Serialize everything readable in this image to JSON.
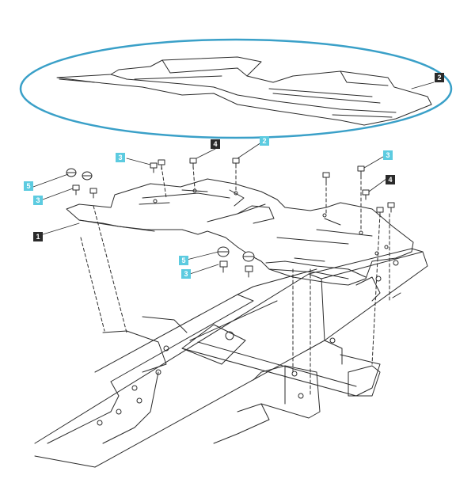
{
  "colors": {
    "callout_dark": "#2a2a2a",
    "callout_cyan": "#5ccbe0",
    "ellipse": "#3aa0c8",
    "line": "#2b2b2b"
  },
  "callouts": [
    {
      "id": "c2a",
      "label": "2",
      "style": "dark"
    },
    {
      "id": "c4a",
      "label": "4",
      "style": "dark"
    },
    {
      "id": "c2b",
      "label": "2",
      "style": "cyan"
    },
    {
      "id": "c3a",
      "label": "3",
      "style": "cyan"
    },
    {
      "id": "c3b",
      "label": "3",
      "style": "cyan"
    },
    {
      "id": "c5a",
      "label": "5",
      "style": "cyan"
    },
    {
      "id": "c3c",
      "label": "3",
      "style": "cyan"
    },
    {
      "id": "c4b",
      "label": "4",
      "style": "dark"
    },
    {
      "id": "c1",
      "label": "1",
      "style": "dark"
    },
    {
      "id": "c5b",
      "label": "5",
      "style": "cyan"
    },
    {
      "id": "c3d",
      "label": "3",
      "style": "cyan"
    }
  ]
}
